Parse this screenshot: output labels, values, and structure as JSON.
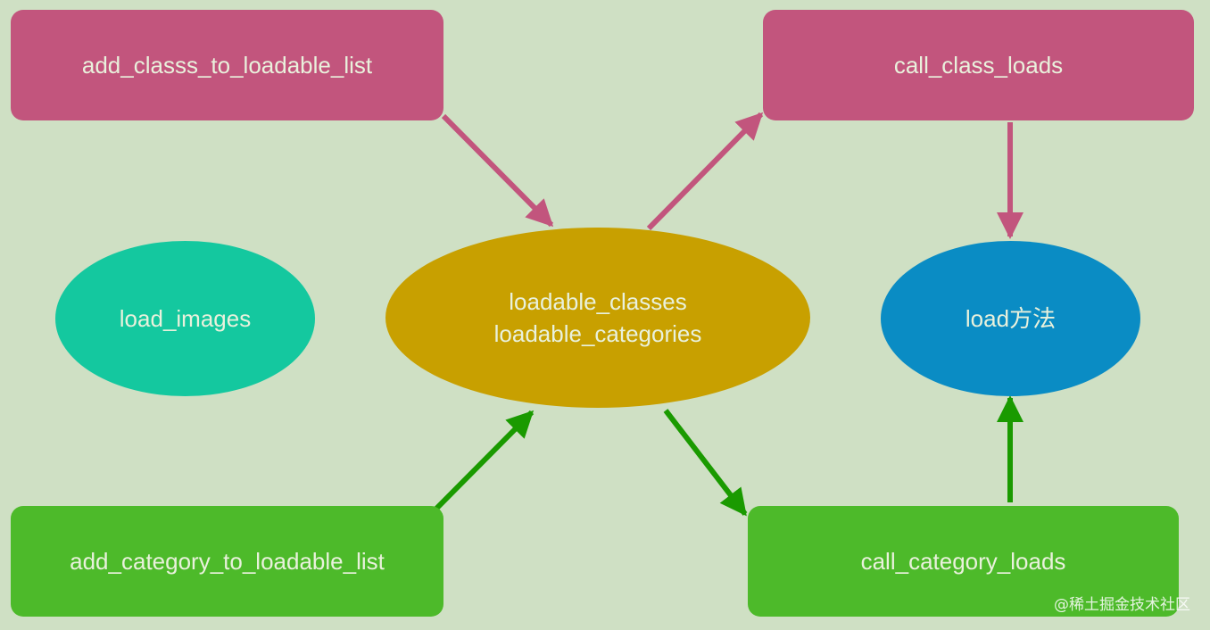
{
  "colors": {
    "background": "#cfe0c4",
    "class_pink": "#c2557d",
    "category_green": "#4dba2a",
    "load_images_teal": "#14c89f",
    "loadable_gold": "#c8a000",
    "load_method_blue": "#0a8cc4",
    "arrow_pink": "#c2557d",
    "arrow_green": "#1a9a00",
    "text": "#e9f1dc"
  },
  "nodes": {
    "add_class": {
      "label": "add_classs_to_loadable_list"
    },
    "call_class": {
      "label": "call_class_loads"
    },
    "add_category": {
      "label": "add_category_to_loadable_list"
    },
    "call_category": {
      "label": "call_category_loads"
    },
    "load_images": {
      "label": "load_images"
    },
    "loadable": {
      "line1": "loadable_classes",
      "line2": "loadable_categories"
    },
    "load_method": {
      "label": "load方法"
    }
  },
  "edges": [
    {
      "from": "add_class",
      "to": "loadable",
      "color": "arrow_pink"
    },
    {
      "from": "loadable",
      "to": "call_class",
      "color": "arrow_pink"
    },
    {
      "from": "call_class",
      "to": "load_method",
      "color": "arrow_pink"
    },
    {
      "from": "add_category",
      "to": "loadable",
      "color": "arrow_green"
    },
    {
      "from": "loadable",
      "to": "call_category",
      "color": "arrow_green"
    },
    {
      "from": "call_category",
      "to": "load_method",
      "color": "arrow_green"
    }
  ],
  "watermark": "@稀土掘金技术社区"
}
